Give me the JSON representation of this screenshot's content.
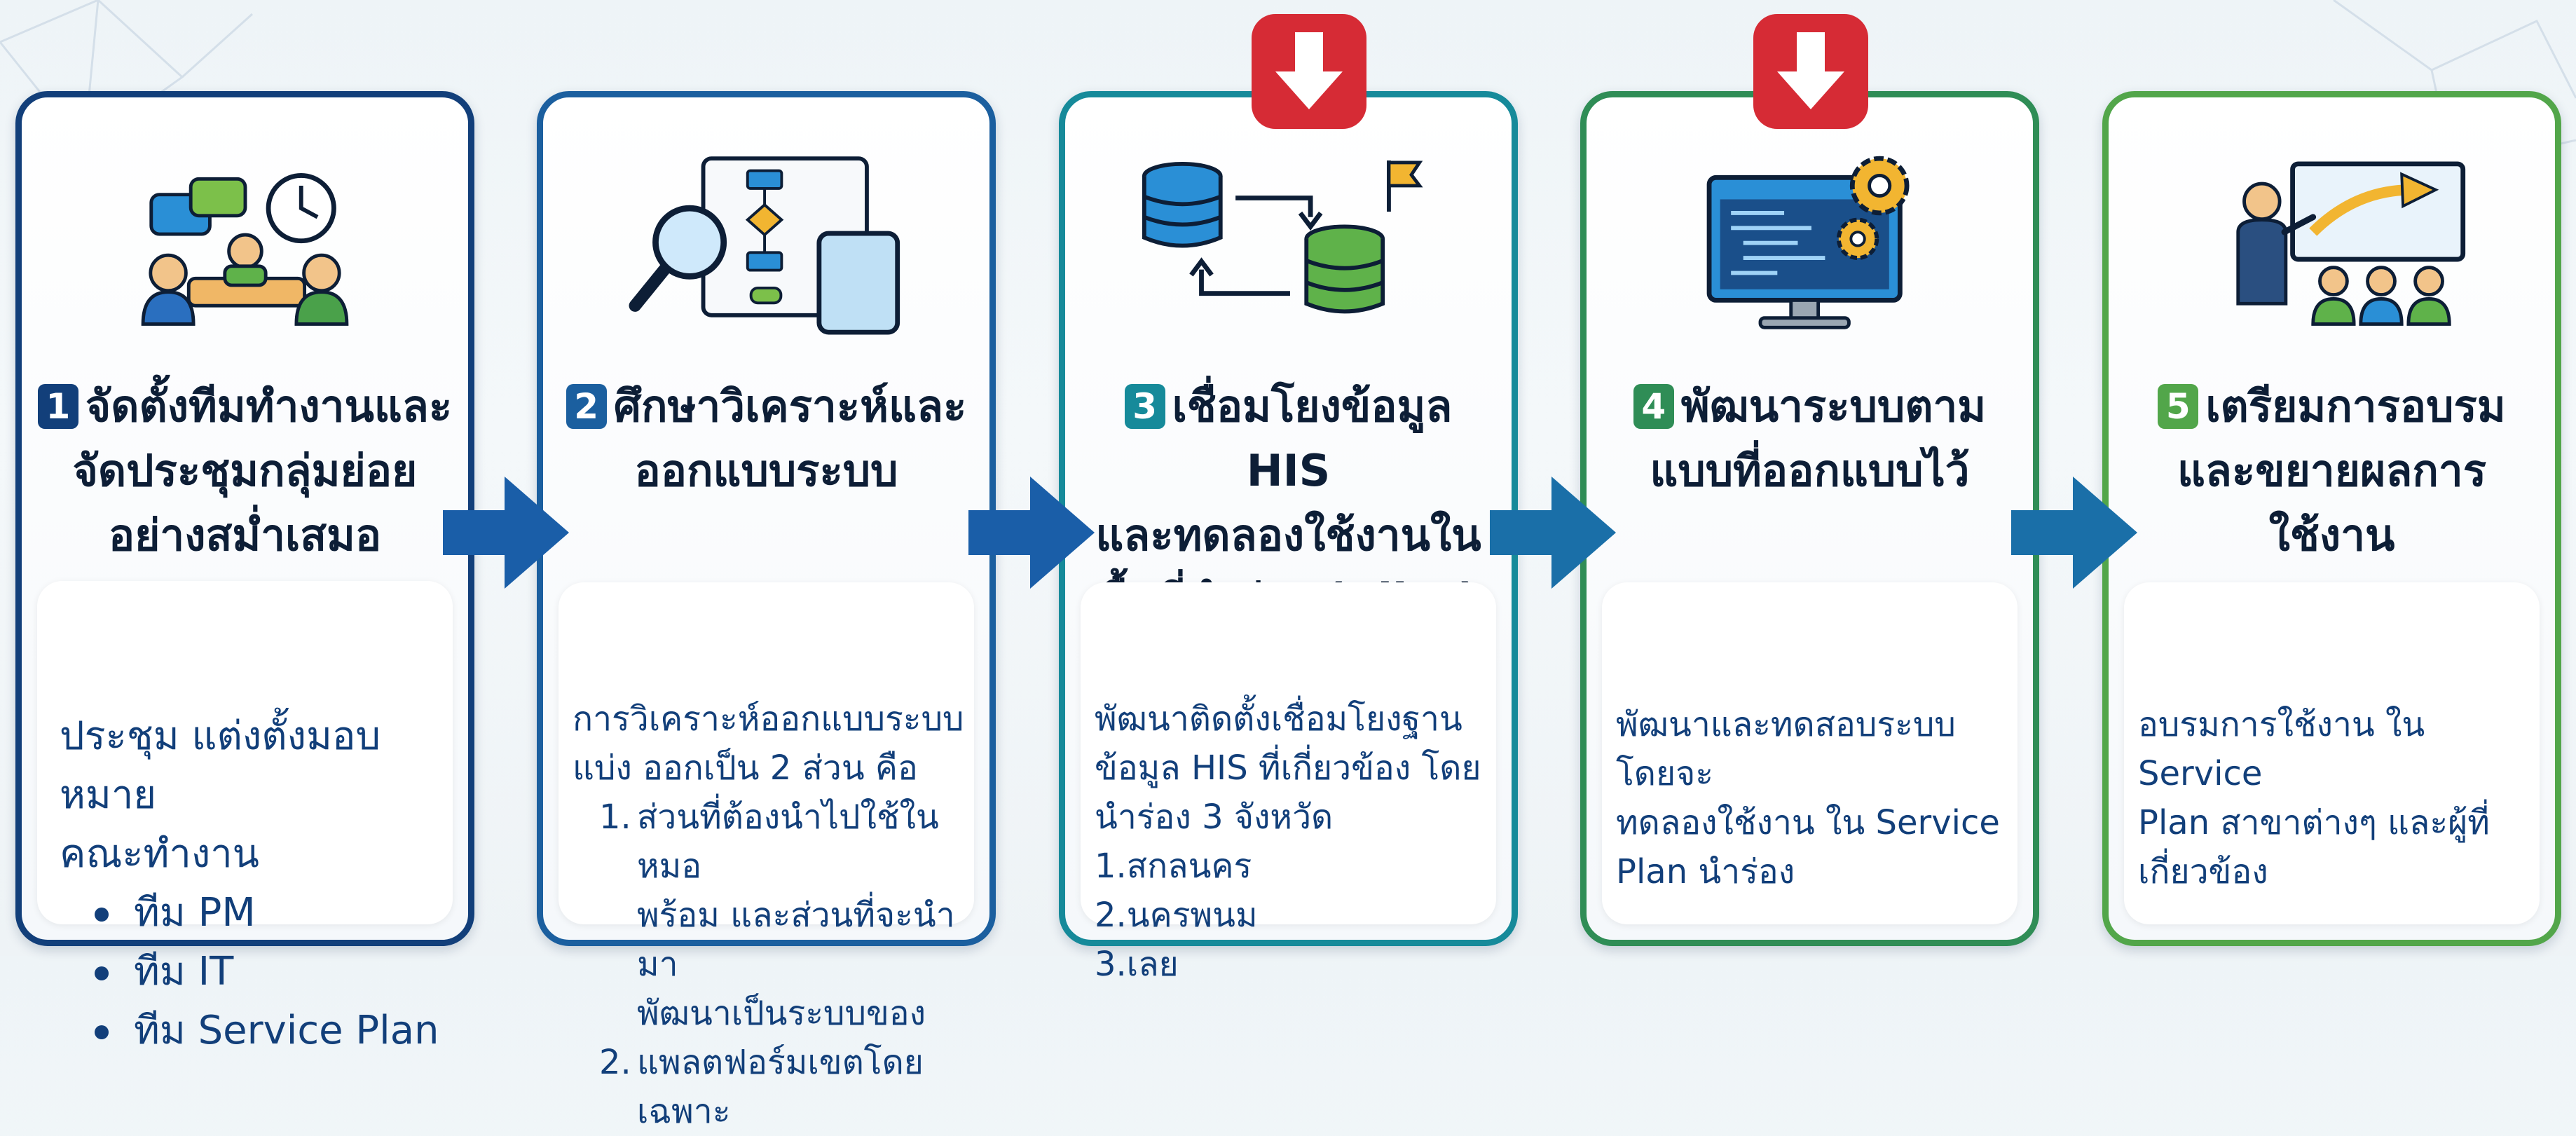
{
  "steps": [
    {
      "number": "1",
      "title_lines": [
        "จัดตั้งทีมทำงานและ",
        "จัดประชุมกลุ่มย่อย",
        "อย่างสม่ำเสมอ"
      ],
      "body_lines": [
        "ประชุม แต่งตั้งมอบหมาย",
        "คณะทำงาน"
      ],
      "bullets": [
        "ทีม PM",
        "ทีม IT",
        "ทีม Service Plan"
      ],
      "icon": "team-meeting-icon"
    },
    {
      "number": "2",
      "title_lines": [
        "ศึกษาวิเคราะห์และ",
        "ออกแบบระบบ"
      ],
      "body_lines": [
        "การวิเคราะห์ออกแบบระบบ",
        "แบ่ง ออกเป็น 2 ส่วน คือ"
      ],
      "numbered": [
        {
          "num": "1.",
          "lines": [
            "ส่วนที่ต้องนำไปใช้ในหมอ",
            "พร้อม และส่วนที่จะนำมา",
            "พัฒนาเป็นระบบของ"
          ]
        },
        {
          "num": "2.",
          "lines": [
            "แพลตฟอร์มเขตโดยเฉพาะ"
          ]
        }
      ],
      "icon": "analysis-design-icon"
    },
    {
      "number": "3",
      "title_lines": [
        "เชื่อมโยงข้อมูล HIS",
        "และทดลองใช้งานใน",
        "พื้นที่นำร่อง (Pilot)"
      ],
      "body_lines": [
        "พัฒนาติดตั้งเชื่อมโยงฐาน",
        "ข้อมูล HIS ที่เกี่ยวข้อง โดย",
        "นำร่อง 3 จังหวัด",
        "1.สกลนคร",
        "2.นครพนม",
        "3.เลย"
      ],
      "icon": "database-sync-icon"
    },
    {
      "number": "4",
      "title_lines": [
        "พัฒนาระบบตาม",
        "แบบที่ออกแบบไว้"
      ],
      "body_lines": [
        "พัฒนาและทดสอบระบบ โดยจะ",
        "ทดลองใช้งาน ใน Service",
        "Plan นำร่อง"
      ],
      "icon": "development-icon"
    },
    {
      "number": "5",
      "title_lines": [
        "เตรียมการอบรม",
        "และขยายผลการ",
        "ใช้งาน"
      ],
      "body_lines": [
        "อบรมการใช้งาน ใน Service",
        "Plan สาขาต่างๆ และผู้ที่",
        "เกี่ยวข้อง"
      ],
      "icon": "training-icon"
    }
  ],
  "colors": {
    "step1": "#123f7a",
    "step2": "#1b5f9f",
    "step3": "#168a9a",
    "step4": "#2f8d56",
    "step5": "#52a64a",
    "arrow": "#1a5ea8",
    "download_badge": "#d62b35",
    "text": "#123f7a"
  },
  "download_badges": [
    "download-arrow-icon",
    "download-arrow-icon"
  ]
}
